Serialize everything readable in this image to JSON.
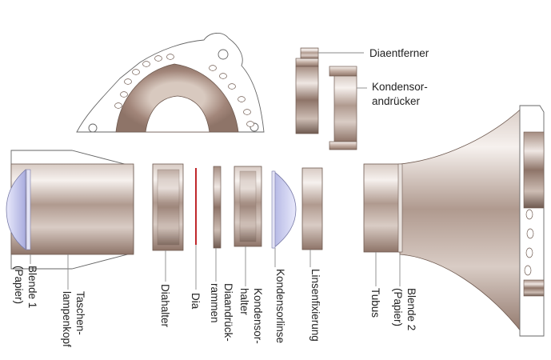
{
  "figure": {
    "labels": {
      "diaentferner": "Diaentferner",
      "kondensorandruecker_1": "Kondensor-",
      "kondensorandruecker_2": "andrücker",
      "taschenlampenkopf_1": "Taschen-",
      "taschenlampenkopf_2": "lampenkopf",
      "blende1_1": "Blende 1",
      "blende1_2": "(Papier)",
      "diahalter": "Diahalter",
      "dia": "Dia",
      "diaandrueck_1": "Diaandrück-",
      "diaandrueck_2": "rammen",
      "kondensorhalter_1": "Kondensor-",
      "kondensorhalter_2": "halter",
      "kondensorlinse": "Kondensorlinse",
      "linsenfixierung": "Linsenfixierung",
      "tubus": "Tubus",
      "blende2_1": "Blende 2",
      "blende2_2": "(Papier)"
    },
    "colors": {
      "part_dark": "#8e7468",
      "part_mid": "#c9b8ae",
      "part_light": "#f4efec",
      "lens": "#b9bce8",
      "dia_film": "#c0282c",
      "leader": "#8a8a8a"
    }
  }
}
